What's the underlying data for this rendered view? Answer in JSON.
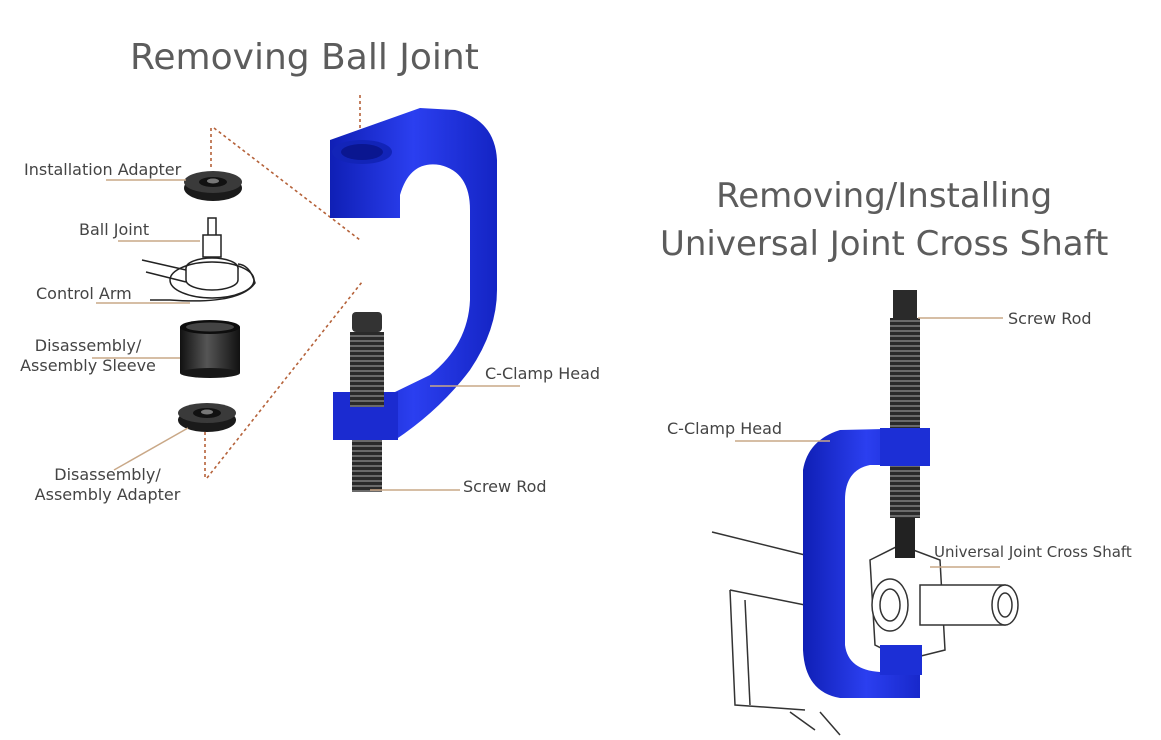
{
  "left_panel": {
    "title": "Removing Ball Joint",
    "labels": {
      "installation_adapter": "Installation Adapter",
      "ball_joint": "Ball Joint",
      "control_arm": "Control Arm",
      "sleeve_line1": "Disassembly/",
      "sleeve_line2": "Assembly Sleeve",
      "adapter_line1": "Disassembly/",
      "adapter_line2": "Assembly Adapter",
      "c_clamp_head": "C-Clamp Head",
      "screw_rod": "Screw Rod"
    }
  },
  "right_panel": {
    "title_line1": "Removing/Installing",
    "title_line2": "Universal Joint Cross Shaft",
    "labels": {
      "screw_rod": "Screw Rod",
      "c_clamp_head": "C-Clamp Head",
      "universal_joint_cross_shaft": "Universal Joint Cross Shaft"
    }
  },
  "colors": {
    "clamp_blue": "#1c2fd6",
    "leader_line": "#c9a887",
    "dashed_line": "#b5623a",
    "metal_dark": "#222222",
    "title_gray": "#5c5c5c"
  }
}
